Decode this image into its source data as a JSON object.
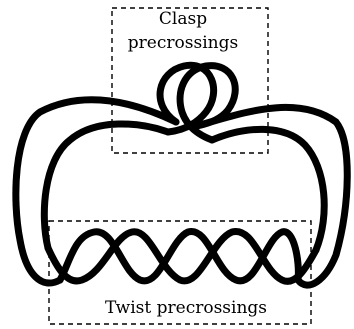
{
  "labels": {
    "clasp_title": "Clasp",
    "clasp_subtitle": "precrossings",
    "twist": "Twist precrossings"
  },
  "colors": {
    "stroke": "#000000",
    "background": "#ffffff"
  }
}
